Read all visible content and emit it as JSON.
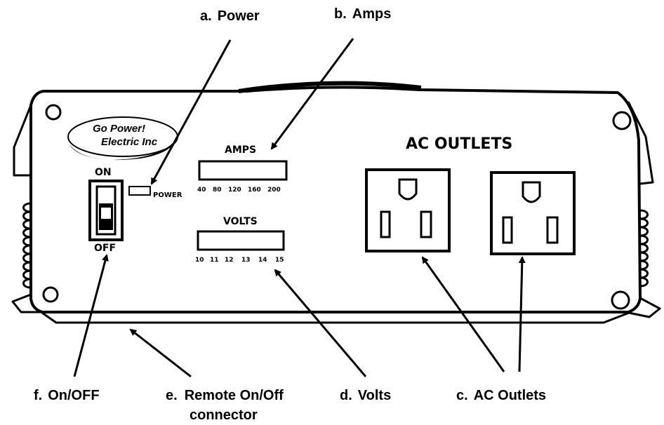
{
  "callouts": {
    "a": {
      "letter": "a.",
      "text": "Power"
    },
    "b": {
      "letter": "b.",
      "text": "Amps"
    },
    "c": {
      "letter": "c.",
      "text": "AC Outlets"
    },
    "d": {
      "letter": "d.",
      "text": "Volts"
    },
    "e": {
      "letter": "e.",
      "line1": "Remote On/Off",
      "line2": "connector"
    },
    "f": {
      "letter": "f.",
      "text": "On/OFF"
    }
  },
  "panel": {
    "logo_line1": "Go Power!",
    "logo_line2": "Electric Inc",
    "switch_on": "ON",
    "switch_off": "OFF",
    "power_led_label": "POWER",
    "amps_title": "AMPS",
    "amps_scale": [
      "40",
      "80",
      "120",
      "160",
      "200"
    ],
    "volts_title": "VOLTS",
    "volts_scale": [
      "10",
      "11",
      "12",
      "13",
      "14",
      "15"
    ],
    "ac_outlets_title": "AC OUTLETS"
  }
}
